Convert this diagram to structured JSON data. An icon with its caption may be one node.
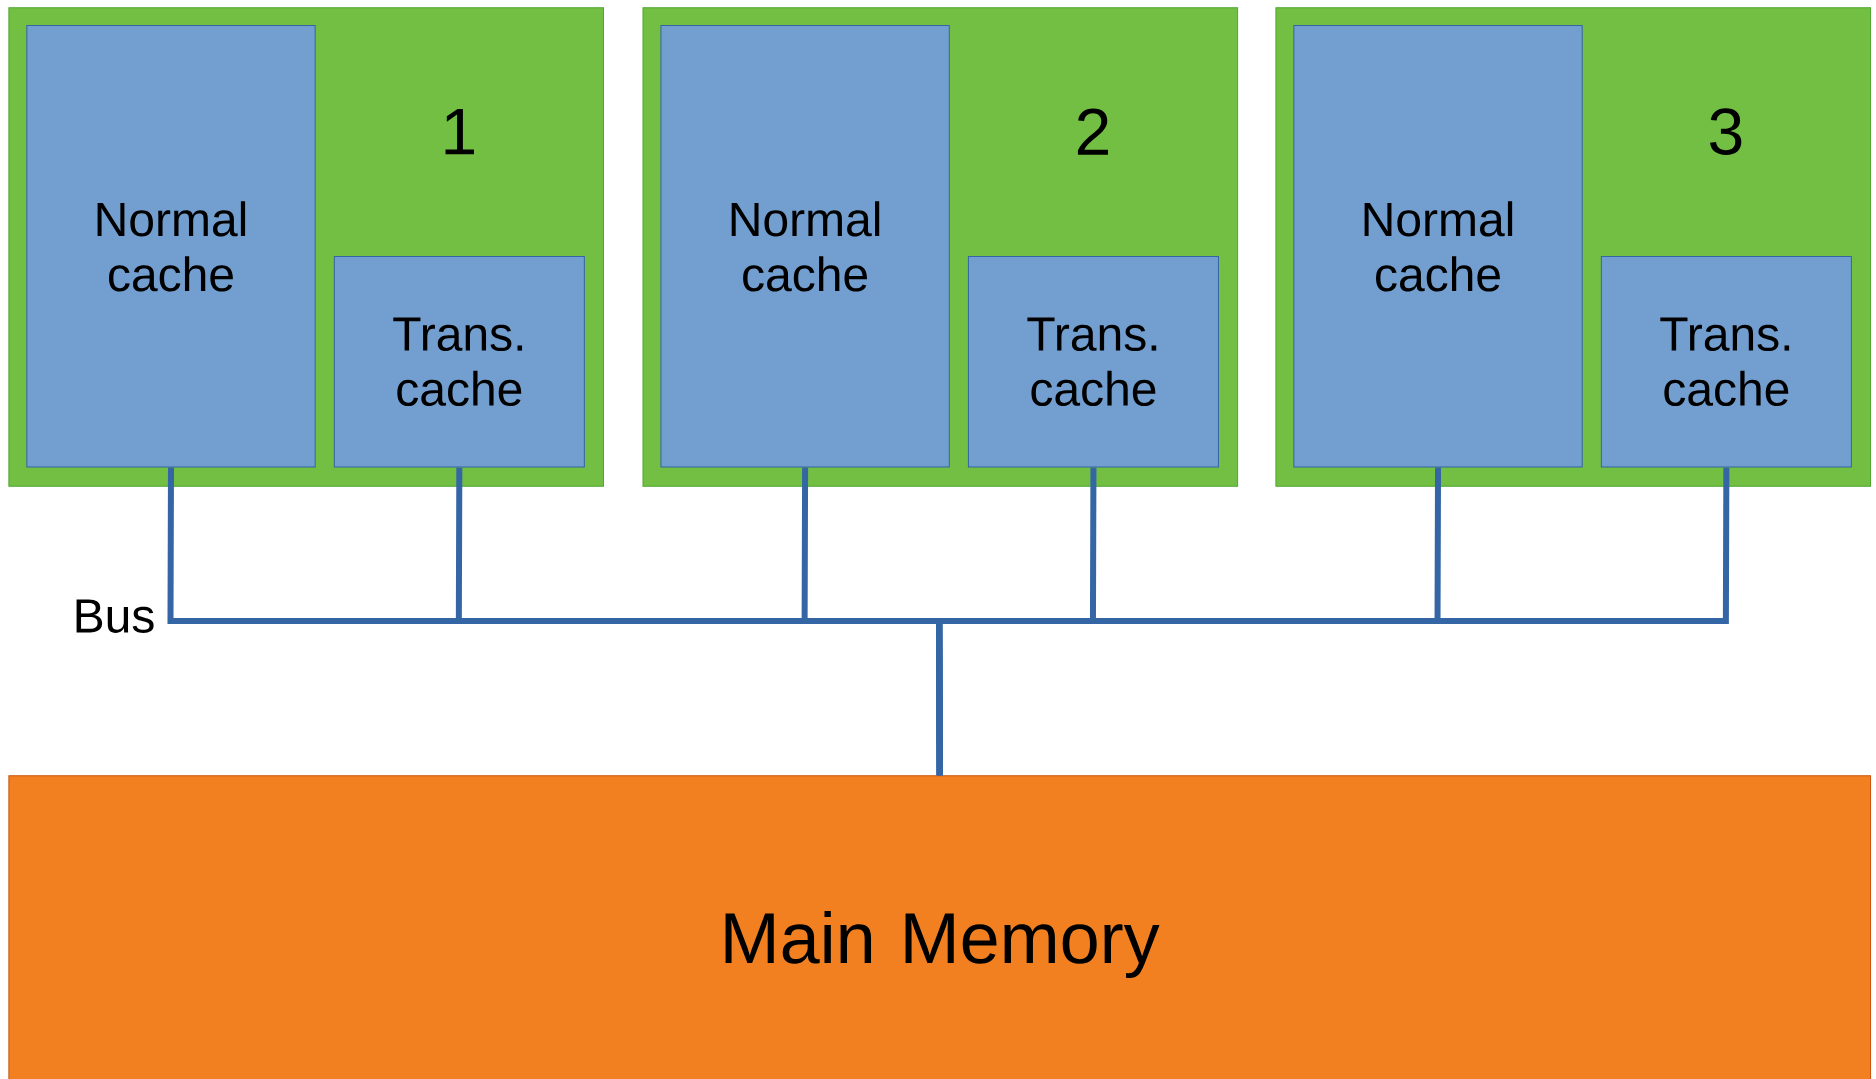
{
  "diagram": {
    "nodes": [
      {
        "text": [
          "1"
        ]
      },
      {
        "text": [
          "Normal cache"
        ],
        "in": 0
      },
      {
        "text": [
          "Trans. cache"
        ],
        "in": 0
      },
      {
        "text": [
          "2"
        ]
      },
      {
        "text": [
          "Normal cache"
        ],
        "in": 3
      },
      {
        "text": [
          "Trans. cache"
        ],
        "in": 3
      },
      {
        "text": [
          "3"
        ]
      },
      {
        "text": [
          "Normal cache"
        ],
        "in": 6
      },
      {
        "text": [
          "Trans. cache"
        ],
        "in": 6
      },
      {
        "text": [
          "Main Memory"
        ]
      }
    ],
    "edges": [
      {
        "from": 1,
        "to": 9,
        "arrow": "none"
      },
      {
        "from": 2,
        "to": 9,
        "arrow": "none"
      },
      {
        "from": 4,
        "to": 9,
        "arrow": "none"
      },
      {
        "from": 5,
        "to": 9,
        "arrow": "none"
      },
      {
        "from": 7,
        "to": 9,
        "arrow": "none"
      },
      {
        "from": 8,
        "to": 9,
        "arrow": "none"
      }
    ],
    "labels": [
      "Bus"
    ]
  }
}
